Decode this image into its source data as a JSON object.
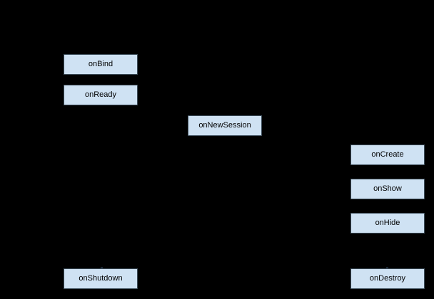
{
  "diagram": {
    "type": "lifecycle-flow",
    "colors": {
      "background": "#000000",
      "node_fill": "#cfe2f3",
      "node_border": "#3c4c59",
      "node_text": "#000000"
    },
    "nodes": [
      {
        "id": "onBind",
        "label": "onBind"
      },
      {
        "id": "onReady",
        "label": "onReady"
      },
      {
        "id": "onNewSession",
        "label": "onNewSession"
      },
      {
        "id": "onCreate",
        "label": "onCreate"
      },
      {
        "id": "onShow",
        "label": "onShow"
      },
      {
        "id": "onHide",
        "label": "onHide"
      },
      {
        "id": "onShutdown",
        "label": "onShutdown"
      },
      {
        "id": "onDestroy",
        "label": "onDestroy"
      }
    ]
  }
}
